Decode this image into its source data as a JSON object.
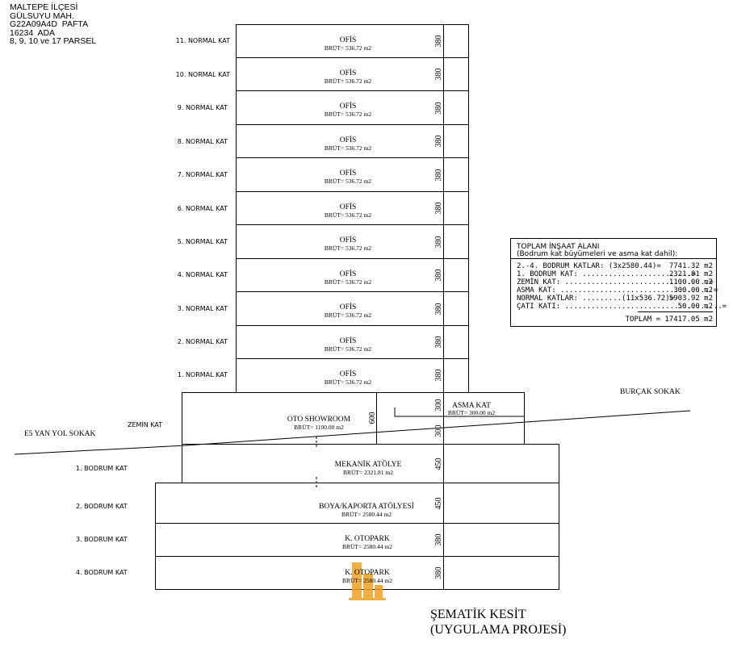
{
  "header": [
    "MALTEPE İLÇESİ",
    "GÜLSUYU MAH.",
    "G22A09A4D  PAFTA",
    "16234  ADA",
    "8, 9, 10 ve 17 PARSEL"
  ],
  "normal_floors": [
    {
      "label": "11. NORMAL KAT",
      "name": "OFİS",
      "area": "BRÜT= 536.72 m2",
      "height": "380"
    },
    {
      "label": "10. NORMAL KAT",
      "name": "OFİS",
      "area": "BRÜT= 536.72 m2",
      "height": "380"
    },
    {
      "label": "9. NORMAL KAT",
      "name": "OFİS",
      "area": "BRÜT= 536.72 m2",
      "height": "380"
    },
    {
      "label": "8. NORMAL KAT",
      "name": "OFİS",
      "area": "BRÜT= 536.72 m2",
      "height": "380"
    },
    {
      "label": "7. NORMAL KAT",
      "name": "OFİS",
      "area": "BRÜT= 536.72 m2",
      "height": "380"
    },
    {
      "label": "6. NORMAL KAT",
      "name": "OFİS",
      "area": "BRÜT= 536.72 m2",
      "height": "380"
    },
    {
      "label": "5. NORMAL KAT",
      "name": "OFİS",
      "area": "BRÜT= 536.72 m2",
      "height": "380"
    },
    {
      "label": "4. NORMAL KAT",
      "name": "OFİS",
      "area": "BRÜT= 536.72 m2",
      "height": "380"
    },
    {
      "label": "3. NORMAL KAT",
      "name": "OFİS",
      "area": "BRÜT= 536.72 m2",
      "height": "380"
    },
    {
      "label": "2. NORMAL KAT",
      "name": "OFİS",
      "area": "BRÜT= 536.72 m2",
      "height": "380"
    },
    {
      "label": "1. NORMAL KAT",
      "name": "OFİS",
      "area": "BRÜT= 536.72 m2",
      "height": "380"
    }
  ],
  "ground": {
    "label": "ZEMİN KAT",
    "name": "OTO SHOWROOM",
    "area": "BRÜT= 1100.00 m2",
    "height_total": "600",
    "height_upper": "300",
    "height_lower": "300"
  },
  "mezzanine": {
    "name": "ASMA KAT",
    "area": "BRÜT= 300.00 m2"
  },
  "basements": [
    {
      "label": "1. BODRUM KAT",
      "name": "MEKANİK ATÖLYE",
      "area": "BRÜT= 2321.81 m2",
      "height": "450"
    },
    {
      "label": "2. BODRUM KAT",
      "name": "BOYA/KAPORTA ATÖLYESİ",
      "area": "BRÜT= 2580.44 m2",
      "height": "450"
    },
    {
      "label": "3. BODRUM KAT",
      "name": "K. OTOPARK",
      "area": "BRÜT= 2580.44 m2",
      "height": "380"
    },
    {
      "label": "4. BODRUM KAT",
      "name": "K. OTOPARK",
      "area": "BRÜT= 2580.44 m2",
      "height": "380"
    }
  ],
  "streets": {
    "left": "E5 YAN YOL SOKAK",
    "right": "BURÇAK SOKAK"
  },
  "table": {
    "title": "TOPLAM İNŞAAT ALANI",
    "subtitle": "(Bodrum kat büyümeleri ve asma kat dahil):",
    "rows": [
      {
        "label": "2.-4. BODRUM KATLAR: (3x2580.44)=",
        "value": "7741.32 m2"
      },
      {
        "label": "1. BODRUM KAT: .........................=",
        "value": "2321.81 m2"
      },
      {
        "label": "ZEMİN KAT: .................................=",
        "value": "1100.00 m2"
      },
      {
        "label": "ASMA KAT: ...................................=",
        "value": "300.00 m2"
      },
      {
        "label": "NORMAL KATLAR: .........(11x536.72)=",
        "value": "5903.92 m2"
      },
      {
        "label": "ÇATI KATI: ....................................=",
        "value": "50.00 m2"
      }
    ],
    "total": "TOPLAM = 17417.05 m2"
  },
  "title": {
    "line1": "ŞEMATİK KESİT",
    "line2": "(UYGULAMA PROJESİ)"
  },
  "colors": {
    "line": "#000000",
    "watermark": "#f0a020"
  },
  "icons": {
    "watermark": "building-logo-icon"
  }
}
